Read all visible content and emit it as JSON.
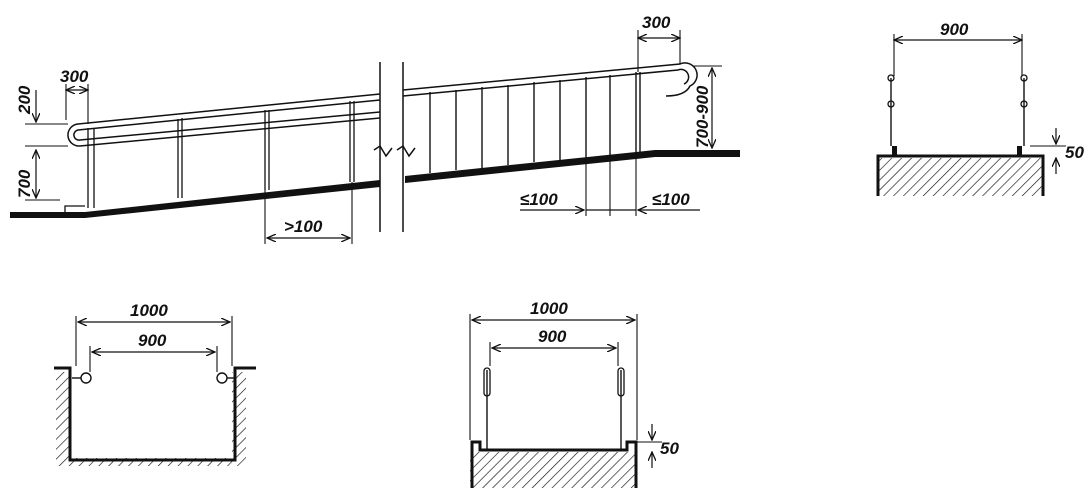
{
  "colors": {
    "ink": "#111111",
    "paper": "#ffffff"
  },
  "ramp_elevation": {
    "dim_200": "200",
    "dim_300_left": "300",
    "dim_700": "700",
    "dim_gt100": ">100",
    "dim_300_right": "300",
    "dim_700_900": "700-900",
    "dim_le100_a": "≤100",
    "dim_le100_b": "≤100"
  },
  "section_top_right": {
    "dim_900": "900",
    "dim_50": "50"
  },
  "section_bottom_left": {
    "dim_1000": "1000",
    "dim_900": "900"
  },
  "section_bottom_middle": {
    "dim_1000": "1000",
    "dim_900": "900",
    "dim_50": "50"
  }
}
